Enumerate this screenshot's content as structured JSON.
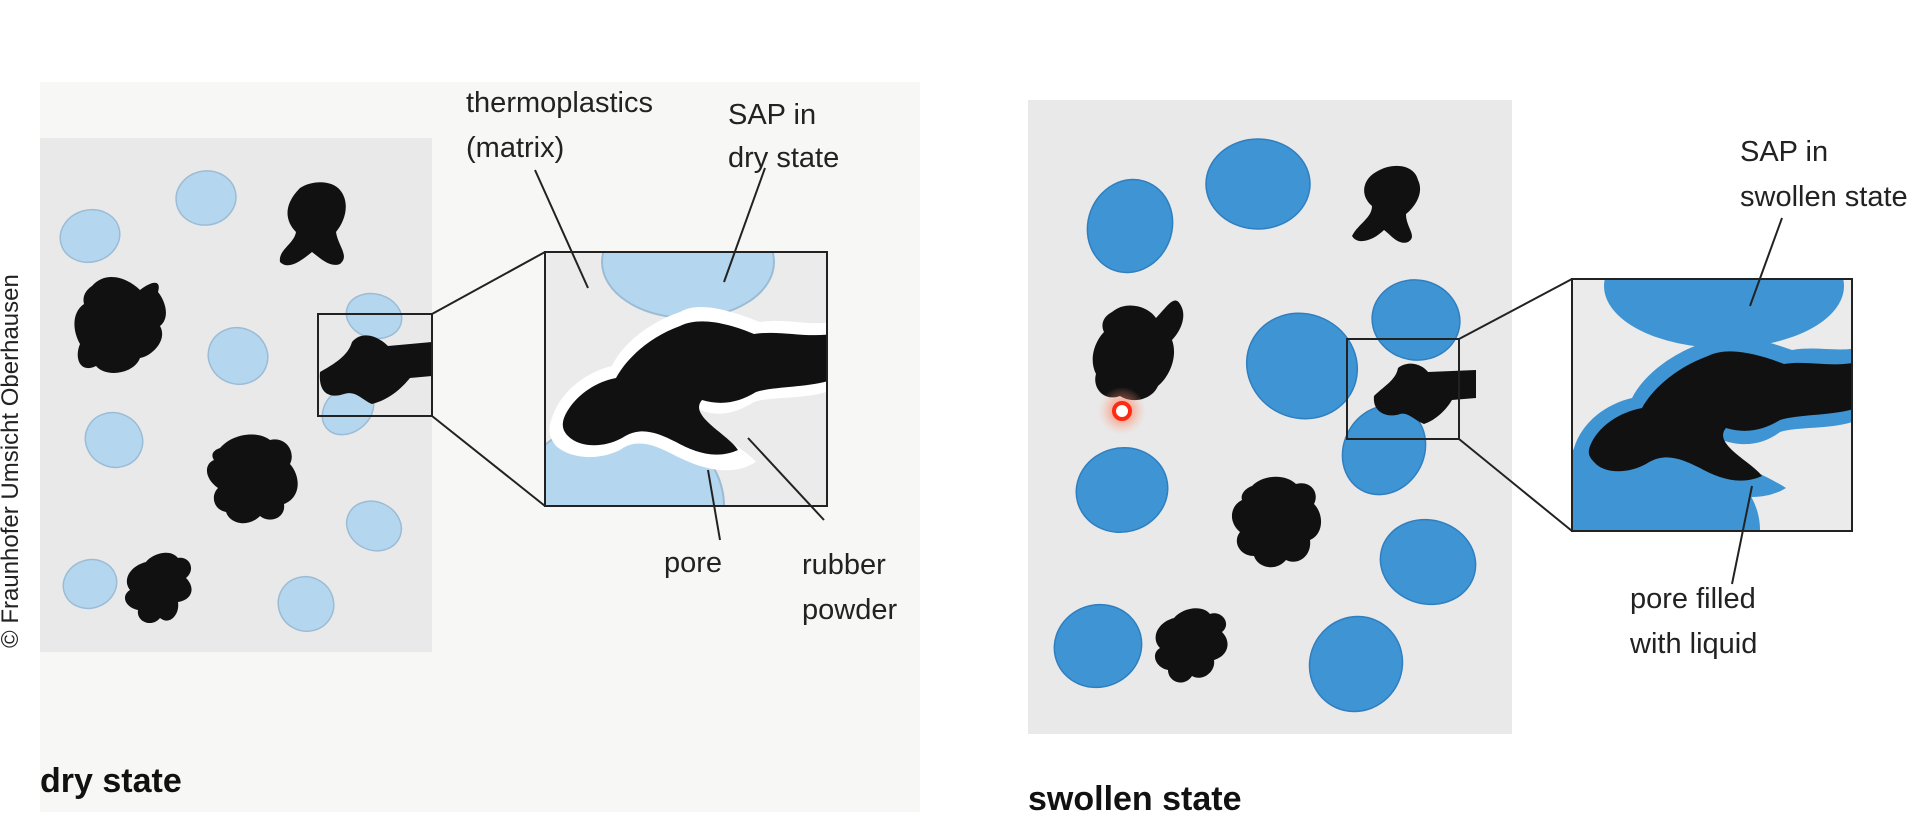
{
  "copyright": "© Fraunhofer Umsicht Oberhausen",
  "colors": {
    "background": "#ffffff",
    "panel": "#e9e9e9",
    "panel_halo": "#f6f6f4",
    "dry_sap": "#b4d6ee",
    "dry_sap_edge": "#9cbcd6",
    "swollen_sap": "#3f94d4",
    "swollen_sap_edge": "#2f7fc0",
    "rubber": "#111111",
    "pore_rim": "#ffffff",
    "cursor": "#ff2a10"
  },
  "dry": {
    "state_label": "dry state",
    "label_matrix_line1": "thermoplastics",
    "label_matrix_line2": "(matrix)",
    "label_sap_line1": "SAP in",
    "label_sap_line2": "dry state",
    "label_pore": "pore",
    "label_rubber_line1": "rubber",
    "label_rubber_line2": "powder"
  },
  "swollen": {
    "state_label": "swollen state",
    "label_sap_line1": "SAP in",
    "label_sap_line2": "swollen state",
    "label_pore_line1": "pore filled",
    "label_pore_line2": "with liquid"
  },
  "icons": {
    "cursor": "laser-pointer-icon",
    "rubber": "rubber-particle-icon",
    "sap": "sap-particle-icon"
  }
}
